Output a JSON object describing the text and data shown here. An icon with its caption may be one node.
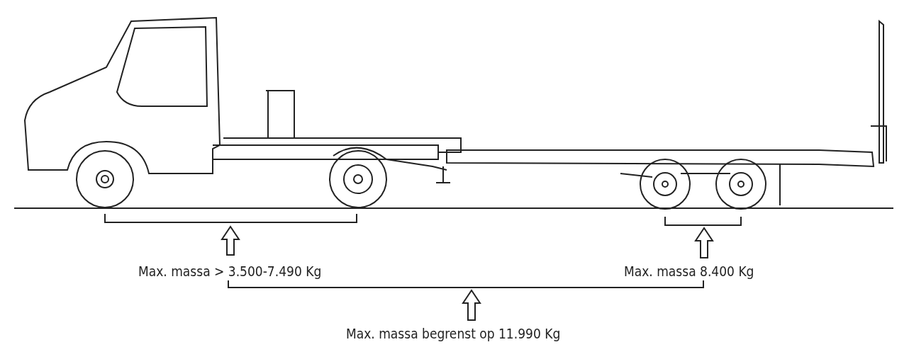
{
  "diagram": {
    "labels": [
      "Max. massa > 3.500-7.490 Kg",
      "Max. massa 8.400 Kg",
      "Max. massa begrenst op 11.990 Kg"
    ]
  }
}
